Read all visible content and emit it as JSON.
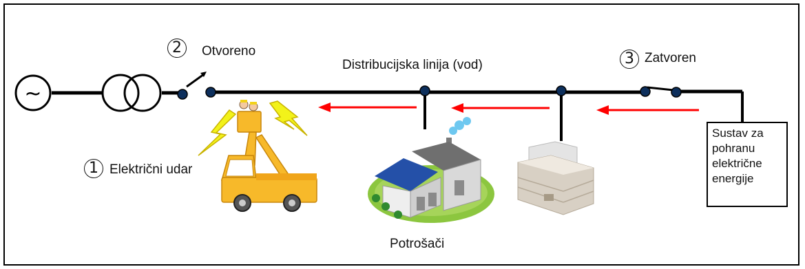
{
  "labels": {
    "switch_open_number": "2",
    "switch_open": "Otvoreno",
    "distribution_line": "Distribucijska linija (vod)",
    "switch_closed_number": "3",
    "switch_closed": "Zatvoren",
    "shock_number": "1",
    "shock": "Električni udar",
    "consumers": "Potrošači"
  },
  "storage": {
    "lines": [
      "Sustav za",
      "pohranu",
      "električne",
      "energije"
    ]
  },
  "symbols": {
    "generator": "~"
  },
  "icons": [
    "ac-source-icon",
    "transformer-icon",
    "open-switch-icon",
    "closed-switch-icon",
    "bucket-truck-icon",
    "lightning-icon",
    "factory-icon",
    "office-building-icon",
    "current-flow-arrow-icon"
  ],
  "colors": {
    "line": "#000000",
    "arrow": "#ff0000",
    "node": "#0d2f5c",
    "truck": "#f7b92a",
    "lightning": "#f2f21a",
    "factory_roof": "#2450a8",
    "ground": "#8cc63f"
  }
}
